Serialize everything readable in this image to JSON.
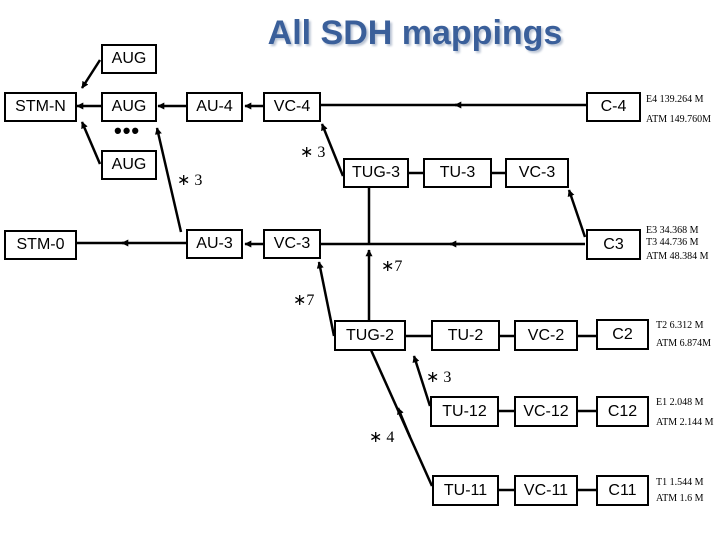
{
  "title": "All SDH mappings",
  "boxes": {
    "aug_top": "AUG",
    "stm_n": "STM-N",
    "aug_mid": "AUG",
    "aug_bot": "AUG",
    "au4": "AU-4",
    "vc4_hi": "VC-4",
    "c4": "C-4",
    "tug3": "TUG-3",
    "tu3": "TU-3",
    "vc3_lo": "VC-3",
    "stm0": "STM-0",
    "au3": "AU-3",
    "vc3_hi": "VC-3",
    "c3": "C3",
    "tug2": "TUG-2",
    "tu2": "TU-2",
    "vc2": "VC-2",
    "c2": "C2",
    "tu12": "TU-12",
    "vc12": "VC-12",
    "c12": "C12",
    "tu11": "TU-11",
    "vc11": "VC-11",
    "c11": "C11"
  },
  "ellipsis": "•••",
  "multipliers": {
    "vc4_tug3": "∗ 3",
    "aug_au3": "∗ 3",
    "tug3_tug2": "∗7",
    "vc3_tug2": "∗7",
    "tug2_tu12": "∗ 3",
    "tug2_tu11": "∗ 4"
  },
  "notes": {
    "c4": [
      "E4 139.264 M",
      "ATM 149.760M"
    ],
    "c3": [
      "E3 34.368 M",
      "T3 44.736 M",
      "ATM 48.384 M"
    ],
    "c2": [
      "T2 6.312 M",
      "ATM 6.874M"
    ],
    "c12": [
      "E1 2.048 M",
      "ATM 2.144 M"
    ],
    "c11": [
      "T1 1.544 M",
      "ATM 1.6 M"
    ]
  }
}
